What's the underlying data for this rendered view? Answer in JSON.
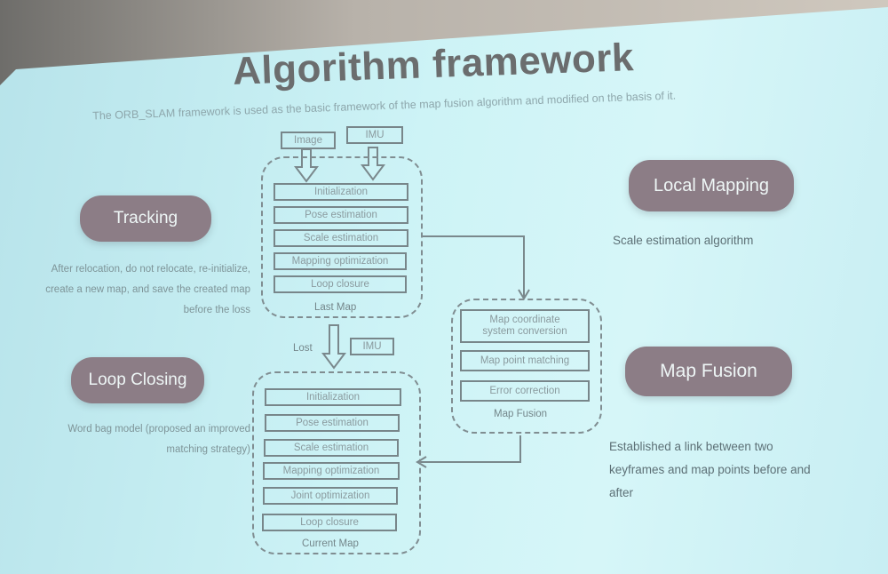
{
  "title": "Algorithm framework",
  "subtitle": "The ORB_SLAM framework is used as the basic framework of the map fusion algorithm and modified on the basis of it.",
  "modules": {
    "tracking": {
      "label": "Tracking",
      "note": [
        "After relocation, do not relocate, re-initialize,",
        "create a new map, and save the created map",
        "before the loss"
      ]
    },
    "loop_closing": {
      "label": "Loop Closing",
      "note": [
        "Word bag model (proposed an improved",
        "matching strategy)"
      ]
    },
    "local_mapping": {
      "label": "Local Mapping",
      "note": "Scale estimation algorithm"
    },
    "map_fusion": {
      "label": "Map Fusion",
      "note": [
        "Established a link between two",
        "keyframes and map points before and",
        "after"
      ]
    }
  },
  "diagram": {
    "inputs": [
      "Image",
      "IMU"
    ],
    "last_map": {
      "label": "Last Map",
      "steps": [
        "Initialization",
        "Pose estimation",
        "Scale estimation",
        "Mapping optimization",
        "Loop closure"
      ]
    },
    "lost_label": "Lost",
    "lost_input": "IMU",
    "current_map": {
      "label": "Current Map",
      "steps": [
        "Initialization",
        "Pose estimation",
        "Scale estimation",
        "Mapping optimization",
        "Joint optimization",
        "Loop closure"
      ]
    },
    "map_fusion": {
      "label": "Map Fusion",
      "steps": [
        "Map coordinate system conversion",
        "Map point matching",
        "Error correction"
      ]
    }
  }
}
